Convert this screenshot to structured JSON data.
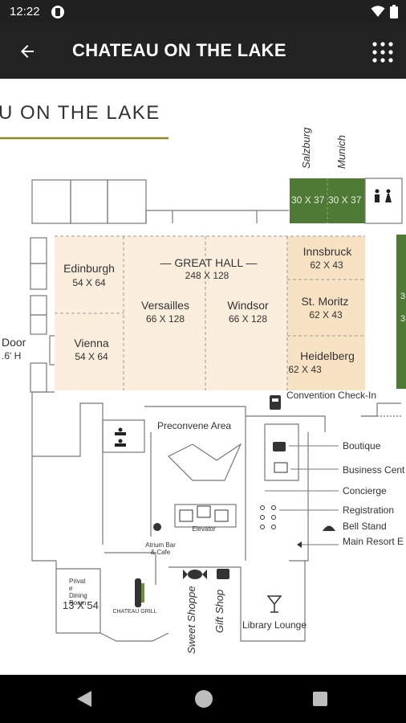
{
  "status_bar": {
    "time": "12:22"
  },
  "app_bar": {
    "title": "CHATEAU ON THE LAKE"
  },
  "map": {
    "header_text": "U ON THE LAKE",
    "rotated_labels": [
      "Salzburg",
      "Munich"
    ],
    "top_right_rooms": [
      "30 X 37",
      "30 X 37"
    ],
    "rooms": [
      {
        "name": "Edinburgh",
        "dims": "54 X 64"
      },
      {
        "name": "Vienna",
        "dims": "54 X 64"
      },
      {
        "name": "— GREAT HALL —",
        "dims": "248 X 128"
      },
      {
        "name": "Versailles",
        "dims": "66 X 128"
      },
      {
        "name": "Windsor",
        "dims": "66 X 128"
      },
      {
        "name": "Innsbruck",
        "dims": "62 X 43"
      },
      {
        "name": "St. Moritz",
        "dims": "62 X 43"
      },
      {
        "name": "Heidelberg",
        "dims": "62 X 43"
      }
    ],
    "door_label": "Door",
    "door_height": ".6' H",
    "partial_right_labels": [
      "3",
      "3"
    ],
    "convention_checkin": "Convention Check-In",
    "preconvene_area": "Preconvene Area",
    "elevator": "Elevator",
    "atrium_bar": [
      "Atrium Bar",
      "& Cafe"
    ],
    "private_dining": [
      "Privat",
      "e",
      "Dining",
      "Room"
    ],
    "private_dining_dims": "13 X 54",
    "grill_logo": "CHATEAU  GRILL",
    "sweet_shoppe": "Sweet Shoppe",
    "gift_shop": "Gift Shop",
    "library_lounge": "Library Lounge",
    "legend": [
      "Boutique",
      "Business Cent",
      "Concierge",
      "Registration",
      "Bell Stand",
      "Main Resort E"
    ]
  },
  "colors": {
    "app_bar": "#222222",
    "room_fill": "#fbeedd",
    "room_fill_dark": "#f8e2c4",
    "green_room": "#4f7a36",
    "accent_line": "#8a8a2a"
  }
}
